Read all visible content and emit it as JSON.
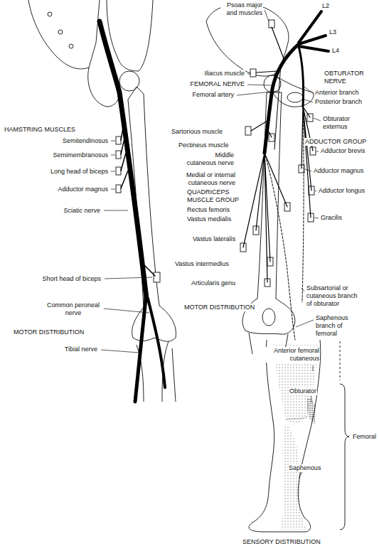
{
  "diagram": {
    "labels": [
      "HAMSTRING MUSCLES",
      "Semitendinosus",
      "Semimembranosus",
      "Long head of biceps",
      "Adductor magnus",
      "Sciatic nerve",
      "Short head of biceps",
      "Common peroneal nerve",
      "MOTOR DISTRIBUTION",
      "Tibial nerve",
      "Psoas major and muscles",
      "L2",
      "L3",
      "L4",
      "Iliacus muscle",
      "OBTURATOR NERVE",
      "FEMORAL NERVE",
      "Anterior branch",
      "Femoral artery",
      "Posterior branch",
      "Obturator externus",
      "Sartorious muscle",
      "ADDUCTOR GROUP",
      "Pectineus muscle",
      "Adductor brevis",
      "Middle cutaneous nerve",
      "Adductor magnus",
      "Medial or internal cutaneous nerve",
      "Adductor longus",
      "QUADRICEPS MUSCLE GROUP",
      "Rectus femoris",
      "Gracilis",
      "Vastus medialis",
      "Vastus lateralis",
      "Vastus intermedius",
      "Subsartorial or cutaneous branch of obturator",
      "Articularis genu",
      "MOTOR DISTRIBUTION",
      "Saphenous branch of femoral",
      "Anterior femoral cutaneous",
      "Obturator",
      "Femoral",
      "Saphenous",
      "SENSORY DISTRIBUTION"
    ]
  }
}
